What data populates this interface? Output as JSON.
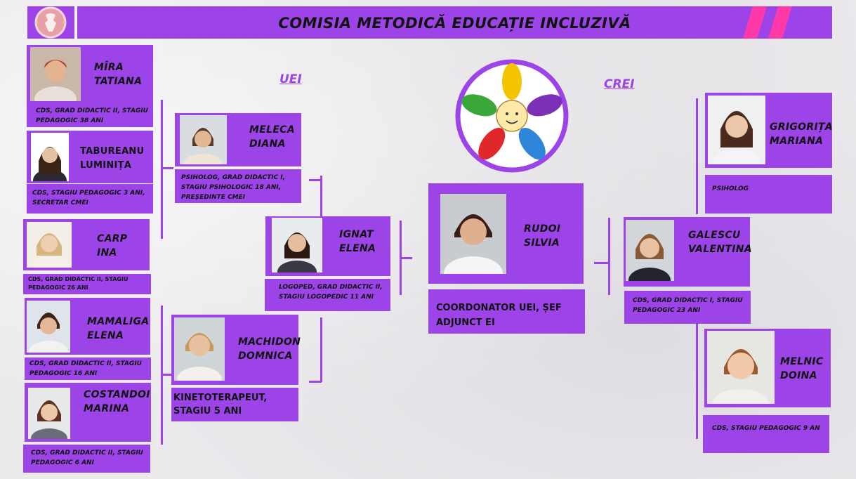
{
  "title": "COMISIA METODICĂ EDUCAȚIE INCLUZIVĂ",
  "sections": {
    "left": "UEI",
    "right": "CREI"
  },
  "colors": {
    "accent": "#9c44e8",
    "stripe": "#ff3aa8",
    "background": "#ebe9ec"
  },
  "coordinator": {
    "name": "RUDOI\nSILVIA",
    "role": "COORDONATOR UEI, ȘEF\nADJUNCT EI"
  },
  "people": {
    "mira": {
      "name": "MÎRA\nTATIANA",
      "desc": "CDS, GRAD DIDACTIC II, STAGIU\nPEDAGOGIC 38 ANI"
    },
    "tabureanu": {
      "name": "TABUREANU\nLUMINIȚA",
      "desc": "CDS, STAGIU PEDAGOGIC 3 ANI,\nSECRETAR CMEI"
    },
    "carp": {
      "name": "CARP\nINA",
      "desc": "CDS, GRAD DIDACTIC II, STAGIU\nPEDAGOGIC 26 ANI"
    },
    "mamaliga": {
      "name": "MAMALIGA\nELENA",
      "desc": "CDS, GRAD DIDACTIC II, STAGIU\nPEDAGOGIC 16 ANI"
    },
    "costandoi": {
      "name": "COSTANDOI\nMARINA",
      "desc": "CDS, GRAD DIDACTIC II, STAGIU\nPEDAGOGIC 6 ANI"
    },
    "meleca": {
      "name": "MELECA\nDIANA",
      "desc": "PSIHOLOG, GRAD DIDACTIC I,\nSTAGIU PSIHOLOGIC 18 ANI,\nPREȘEDINTE CMEI"
    },
    "machidon": {
      "name": "MACHIDON\nDOMNICA",
      "desc": "KINETOTERAPEUT,\nSTAGIU 5 ANI"
    },
    "ignat": {
      "name": "IGNAT\nELENA",
      "desc": "LOGOPED, GRAD DIDACTIC II,\nSTAGIU LOGOPEDIC 11 ANI"
    },
    "grigorita": {
      "name": "GRIGORIȚA\nMARIANA",
      "desc": "PSIHOLOG"
    },
    "galescu": {
      "name": "GALESCU\nVALENTINA",
      "desc": "CDS, GRAD DIDACTIC I, STAGIU\nPEDAGOGIC 23 ANI"
    },
    "melnic": {
      "name": "MELNIC\nDOINA",
      "desc": "CDS, STAGIU PEDAGOGIC 9 AN"
    }
  }
}
